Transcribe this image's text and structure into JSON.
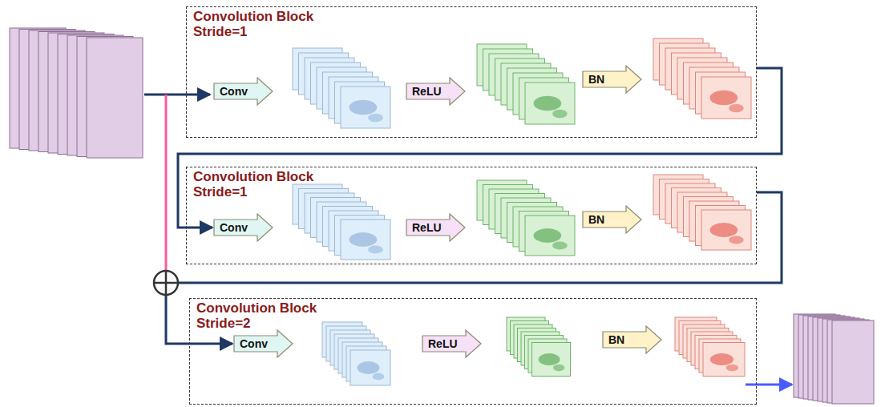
{
  "diagram": {
    "nodes": [
      {
        "text": [
          "Convolution Block Stride=1"
        ]
      },
      {
        "text": [
          "Conv"
        ],
        "in": 0
      },
      {
        "text": [
          "ReLU"
        ],
        "in": 0
      },
      {
        "text": [
          "BN"
        ],
        "in": 0
      },
      {
        "text": [
          "Convolution Block Stride=1"
        ]
      },
      {
        "text": [
          "Conv"
        ],
        "in": 4
      },
      {
        "text": [
          "ReLU"
        ],
        "in": 4
      },
      {
        "text": [
          "BN"
        ],
        "in": 4
      },
      {
        "text": [
          "Convolution Block Stride=2"
        ]
      },
      {
        "text": [
          "Conv"
        ],
        "in": 8
      },
      {
        "text": [
          "ReLU"
        ],
        "in": 8
      },
      {
        "text": [
          "BN"
        ],
        "in": 8
      }
    ],
    "edges": [
      {
        "from": 0,
        "to": 5,
        "arrow": "to"
      },
      {
        "from": 4,
        "to": 9,
        "arrow": "to"
      }
    ]
  }
}
